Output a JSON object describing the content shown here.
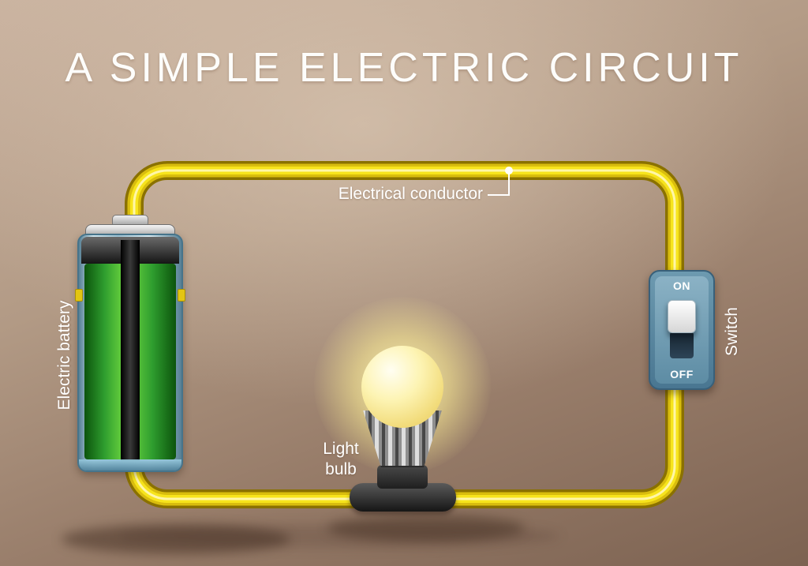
{
  "title": "A SIMPLE ELECTRIC CIRCUIT",
  "labels": {
    "conductor": "Electrical conductor",
    "battery": "Electric battery",
    "bulb_line1": "Light",
    "bulb_line2": "bulb",
    "switch": "Switch"
  },
  "switch": {
    "on": "ON",
    "off": "OFF",
    "state": "ON"
  },
  "colors": {
    "wire_dark": "#8a7100",
    "wire_mid": "#d9bd0e",
    "wire_bright": "#f7e41c",
    "wire_highlight": "#fff6a8",
    "battery_green": "#2f9e2f",
    "switch_blue": "#5d8ca4",
    "background_top": "#cab3a0",
    "background_bottom": "#7c6251",
    "label_text": "#ffffff"
  }
}
